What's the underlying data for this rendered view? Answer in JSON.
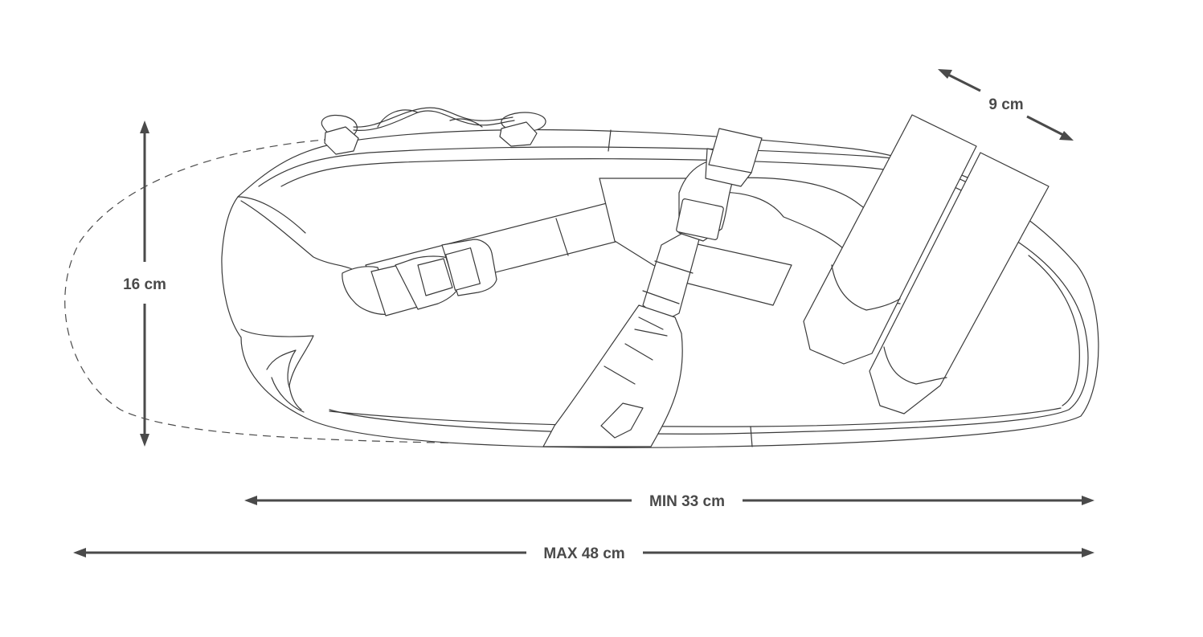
{
  "dimensions": {
    "height_label": "16 cm",
    "depth_label": "9 cm",
    "min_length_label": "MIN 33 cm",
    "max_length_label": "MAX 48 cm"
  },
  "colors": {
    "line": "#3a3a3a",
    "dimension": "#4a4a4a",
    "background": "#ffffff"
  }
}
